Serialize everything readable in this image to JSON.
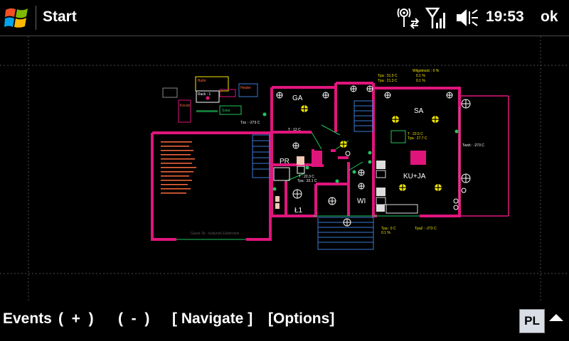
{
  "topbar": {
    "title": "Start",
    "time": "19:53",
    "ok_label": "ok",
    "icons": [
      "windows-logo-icon",
      "connectivity-icon",
      "signal-icon",
      "volume-icon"
    ]
  },
  "plan": {
    "rooms": {
      "ga": "GA",
      "sa": "SA",
      "pr": "PR",
      "kuja": "KU+JA",
      "wi": "WI",
      "l1": "Ł1"
    },
    "readings": {
      "ga_temp": "T : 12 C",
      "pr_temp": "T : 22.3 C",
      "pr_temp2": "Tpa : 32.1 C",
      "sa_temp": "T : 22.5 C",
      "sa_temp2": "Tpa : 27.7 C",
      "top_wilg": "Wilgotność : 0 %",
      "top_tpa": "Tpa : 31.5 C",
      "top_tpa2": "Tpa : 21.3 C",
      "top_pct": "0.1 %",
      "top_pct2": "0.1 %",
      "tzs": "Tzs : -273 C",
      "twsh": "Twsh : -273 C",
      "bot_tpa": "Tpa : 0 C",
      "bot_tpa2": "Tpa2 : -273 C",
      "bot_pct": "0.1 %",
      "boiler_label": "Bufor",
      "solar_label": "Solar",
      "heater_label": "Heater",
      "kocio_label": "Kocioł",
      "rack_label": "Rack : 1",
      "garage_caption": "Garaż 2b - budynek Elektrowni"
    },
    "colors": {
      "wall": "#e0157c",
      "grid": "#4a4a4a",
      "stairs": "#3a7bd5",
      "lamp": "#f4e800",
      "door": "#22c55e",
      "text": "#ffffff",
      "sensor": "#ffd400"
    }
  },
  "bottombar": {
    "events": "Events",
    "plus": "(  +  )",
    "minus": "(  -  )",
    "navigate": "[ Navigate ]",
    "options": "[Options]",
    "lang": "PL"
  }
}
